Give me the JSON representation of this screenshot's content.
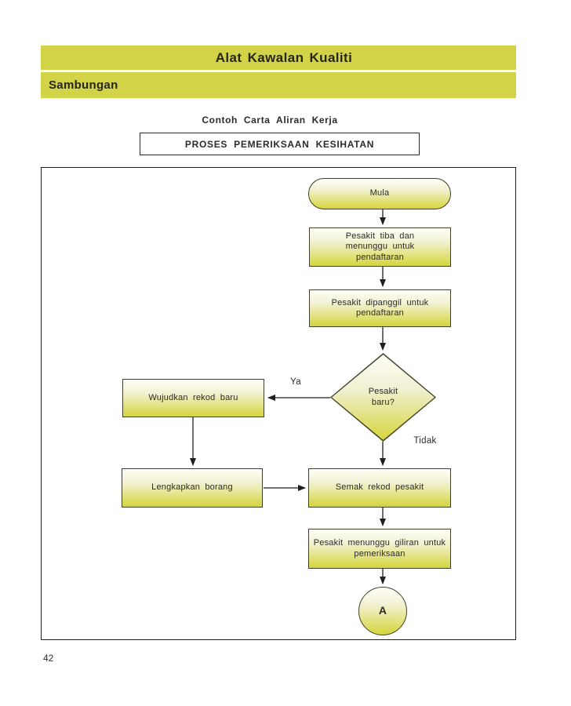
{
  "header": {
    "title": "Alat Kawalan Kualiti",
    "subtitle": "Sambungan",
    "bar_color": "#d3d348"
  },
  "section": {
    "heading": "Contoh Carta Aliran Kerja",
    "box_title": "PROSES PEMERIKSAAN KESIHATAN"
  },
  "flow": {
    "nodes": {
      "start": {
        "type": "terminator",
        "label": "Mula"
      },
      "arrive": {
        "type": "process",
        "l1": "Pesakit tiba dan",
        "l2": "menunggu untuk",
        "l3": "pendaftaran"
      },
      "called": {
        "type": "process",
        "l1": "Pesakit dipanggil untuk",
        "l2": "pendaftaran"
      },
      "decision": {
        "type": "decision",
        "l1": "Pesakit",
        "l2": "baru?"
      },
      "create": {
        "type": "process",
        "label": "Wujudkan rekod baru"
      },
      "complete": {
        "type": "process",
        "label": "Lengkapkan borang"
      },
      "check": {
        "type": "process",
        "label": "Semak rekod pesakit"
      },
      "wait": {
        "type": "process",
        "l1": "Pesakit menunggu giliran untuk",
        "l2": "pemeriksaan"
      },
      "connector_a": {
        "type": "connector",
        "label": "A"
      }
    },
    "branch_labels": {
      "yes": "Ya",
      "no": "Tidak"
    },
    "edges": [
      {
        "from": "start",
        "to": "arrive"
      },
      {
        "from": "arrive",
        "to": "called"
      },
      {
        "from": "called",
        "to": "decision"
      },
      {
        "from": "decision",
        "to": "create",
        "label": "Ya"
      },
      {
        "from": "decision",
        "to": "check",
        "label": "Tidak"
      },
      {
        "from": "create",
        "to": "complete"
      },
      {
        "from": "complete",
        "to": "check"
      },
      {
        "from": "check",
        "to": "wait"
      },
      {
        "from": "wait",
        "to": "connector_a"
      }
    ]
  },
  "page": {
    "number": "42"
  },
  "colors": {
    "header_bar": "#d3d348",
    "shape_fill_top": "#fefef6",
    "shape_fill_bottom": "#d5d53d",
    "shape_border": "#40402a",
    "text": "#2b2b2b"
  }
}
